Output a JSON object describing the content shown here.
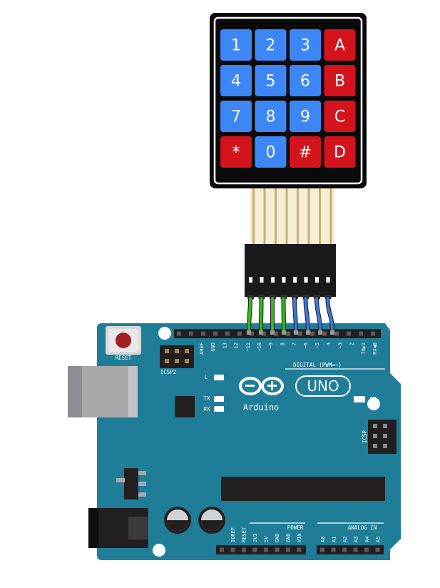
{
  "keypad": {
    "keys": [
      {
        "label": "1",
        "color": "#3d86f5"
      },
      {
        "label": "2",
        "color": "#3d86f5"
      },
      {
        "label": "3",
        "color": "#3d86f5"
      },
      {
        "label": "A",
        "color": "#d4141c"
      },
      {
        "label": "4",
        "color": "#3d86f5"
      },
      {
        "label": "5",
        "color": "#3d86f5"
      },
      {
        "label": "6",
        "color": "#3d86f5"
      },
      {
        "label": "B",
        "color": "#d4141c"
      },
      {
        "label": "7",
        "color": "#3d86f5"
      },
      {
        "label": "8",
        "color": "#3d86f5"
      },
      {
        "label": "9",
        "color": "#3d86f5"
      },
      {
        "label": "C",
        "color": "#d4141c"
      },
      {
        "label": "*",
        "color": "#d4141c"
      },
      {
        "label": "0",
        "color": "#3d86f5"
      },
      {
        "label": "#",
        "color": "#d4141c"
      },
      {
        "label": "D",
        "color": "#d4141c"
      }
    ]
  },
  "wires": [
    {
      "pin": "11",
      "color": "#34b81f"
    },
    {
      "pin": "10",
      "color": "#34b81f"
    },
    {
      "pin": "9",
      "color": "#34b81f"
    },
    {
      "pin": "8",
      "color": "#34b81f"
    },
    {
      "pin": "7",
      "color": "#3a78d6"
    },
    {
      "pin": "6",
      "color": "#3a78d6"
    },
    {
      "pin": "5",
      "color": "#3a78d6"
    },
    {
      "pin": "4",
      "color": "#3a78d6"
    }
  ],
  "board": {
    "color": "#1f7d98",
    "reset_label": "RESET",
    "icsp2_label": "ICSP2",
    "icsp_label": "ICSP",
    "digital_label": "DIGITAL (PWM=~)",
    "l_label": "L",
    "tx_label": "TX",
    "rx_label": "RX",
    "on_label": "ON",
    "brand": "Arduino",
    "model": "UNO",
    "power_label": "POWER",
    "analog_label": "ANALOG IN",
    "digital_pins": [
      "AREF",
      "GND",
      "13",
      "12",
      "~11",
      "~10",
      "~9",
      "8",
      "7",
      "~6",
      "~5",
      "4",
      "~3",
      "2",
      "TX▶1",
      "RX◀0"
    ],
    "power_pins": [
      "IOREF",
      "RESET",
      "3V3",
      "5V",
      "GND",
      "GND",
      "VIN"
    ],
    "analog_pins": [
      "A0",
      "A1",
      "A2",
      "A3",
      "A4",
      "A5"
    ]
  }
}
